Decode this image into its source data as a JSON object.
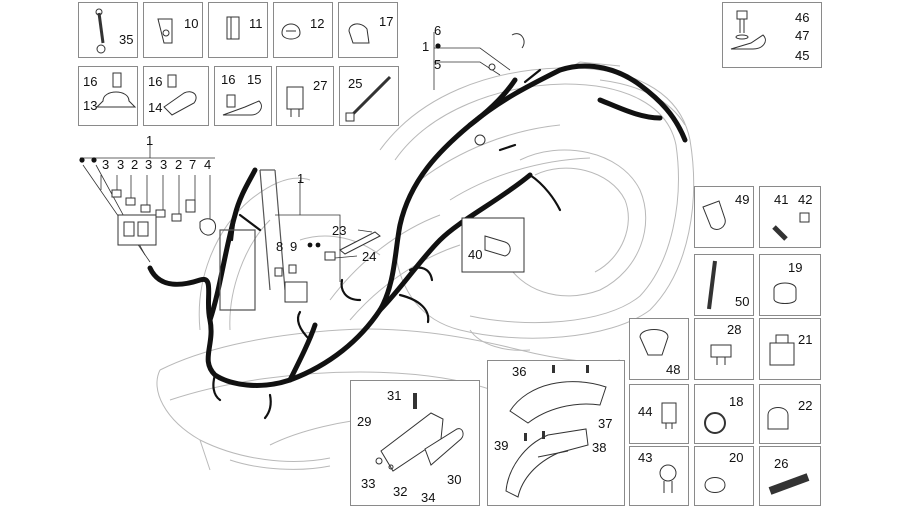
{
  "diagram": {
    "top_left_grid": [
      {
        "labels": [
          "35"
        ]
      },
      {
        "labels": [
          "10"
        ]
      },
      {
        "labels": [
          "11"
        ]
      },
      {
        "labels": [
          "12"
        ]
      },
      {
        "labels": [
          "17"
        ]
      },
      {
        "labels": [
          "16",
          "13"
        ]
      },
      {
        "labels": [
          "16",
          "14"
        ]
      },
      {
        "labels": [
          "16",
          "15"
        ]
      },
      {
        "labels": [
          "27"
        ]
      },
      {
        "labels": [
          "25"
        ]
      }
    ],
    "top_right_box": {
      "labels": [
        "46",
        "47",
        "45"
      ]
    },
    "right_grid": [
      {
        "labels": [
          "49"
        ]
      },
      {
        "labels": [
          "41",
          "42"
        ]
      },
      {
        "labels": [
          "50"
        ]
      },
      {
        "labels": [
          "19"
        ]
      },
      {
        "labels": [
          "48"
        ]
      },
      {
        "labels": [
          "28"
        ]
      },
      {
        "labels": [
          "21"
        ]
      },
      {
        "labels": [
          "44"
        ]
      },
      {
        "labels": [
          "18"
        ]
      },
      {
        "labels": [
          "22"
        ]
      },
      {
        "labels": [
          "43"
        ]
      },
      {
        "labels": [
          "20"
        ]
      },
      {
        "labels": [
          "26"
        ]
      }
    ],
    "callouts": {
      "harness_main": "1",
      "connector_row": [
        "3",
        "3",
        "2",
        "3",
        "3",
        "2",
        "7",
        "4"
      ],
      "front_harness": "1",
      "fuse_labels": [
        "8",
        "9"
      ],
      "fuse_holder": "23",
      "sensor": "24",
      "cap": "40",
      "rear_top": [
        "6",
        "1",
        "5"
      ]
    },
    "bottom_center_box": {
      "labels": [
        "31",
        "29",
        "33",
        "32",
        "34",
        "30"
      ]
    },
    "bottom_right_box": {
      "labels": [
        "36",
        "37",
        "39",
        "38"
      ]
    }
  }
}
